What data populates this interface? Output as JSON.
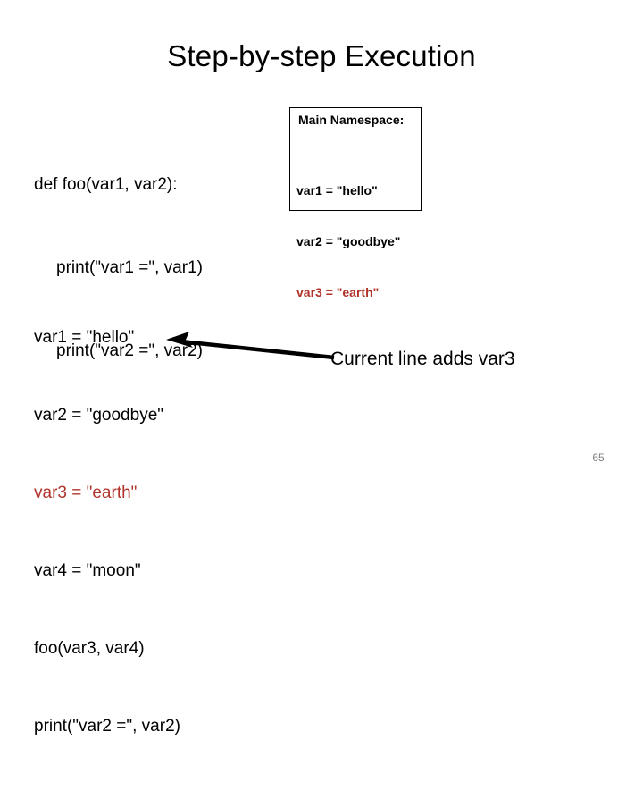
{
  "slide": {
    "title": "Step-by-step Execution",
    "page_number": "65",
    "accent_color": "#B0342B",
    "text_color": "#000000",
    "background_color": "#FFFFFF"
  },
  "function_code": {
    "lines": [
      "def foo(var1, var2):",
      "print(\"var1 =\", var1)",
      "print(\"var2 =\", var2)"
    ]
  },
  "namespace_box": {
    "title": "Main Namespace:",
    "variables": [
      {
        "text": "var1 = \"hello\"",
        "highlighted": false
      },
      {
        "text": "var2 = \"goodbye\"",
        "highlighted": false
      },
      {
        "text": "var3 = \"earth\"",
        "highlighted": true
      }
    ]
  },
  "main_code": {
    "lines": [
      {
        "text": "var1 = \"hello\"",
        "highlighted": false
      },
      {
        "text": "var2 = \"goodbye\"",
        "highlighted": false
      },
      {
        "text": "var3 = \"earth\"",
        "highlighted": true
      },
      {
        "text": "var4 = \"moon\"",
        "highlighted": false
      },
      {
        "text": "foo(var3, var4)",
        "highlighted": false
      },
      {
        "text": "print(\"var2 =\", var2)",
        "highlighted": false
      }
    ]
  },
  "annotation": {
    "label": "Current line adds var3",
    "arrow_icon": "left-arrow-icon"
  }
}
